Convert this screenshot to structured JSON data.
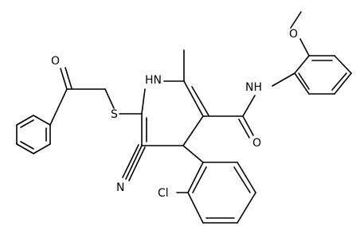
{
  "labels": {
    "carbonyl_o_left": "O",
    "thio_s": "S",
    "ring_nh": "HN",
    "amide_nh": "NH",
    "methoxy_o": "O",
    "amide_o": "O",
    "nitrile_n": "N",
    "chloro": "Cl"
  }
}
